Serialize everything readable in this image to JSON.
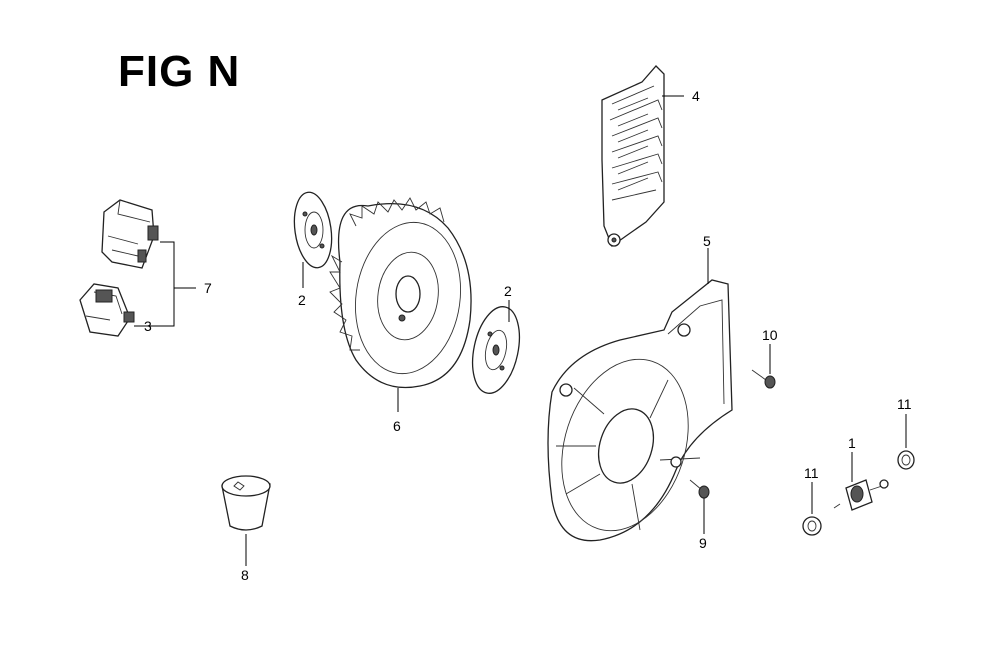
{
  "figure": {
    "title": "FIG N"
  },
  "callouts": {
    "c1": "1",
    "c2a": "2",
    "c2b": "2",
    "c3": "3",
    "c4": "4",
    "c5": "5",
    "c6": "6",
    "c7": "7",
    "c8": "8",
    "c9": "9",
    "c10": "10",
    "c11a": "11",
    "c11b": "11"
  }
}
